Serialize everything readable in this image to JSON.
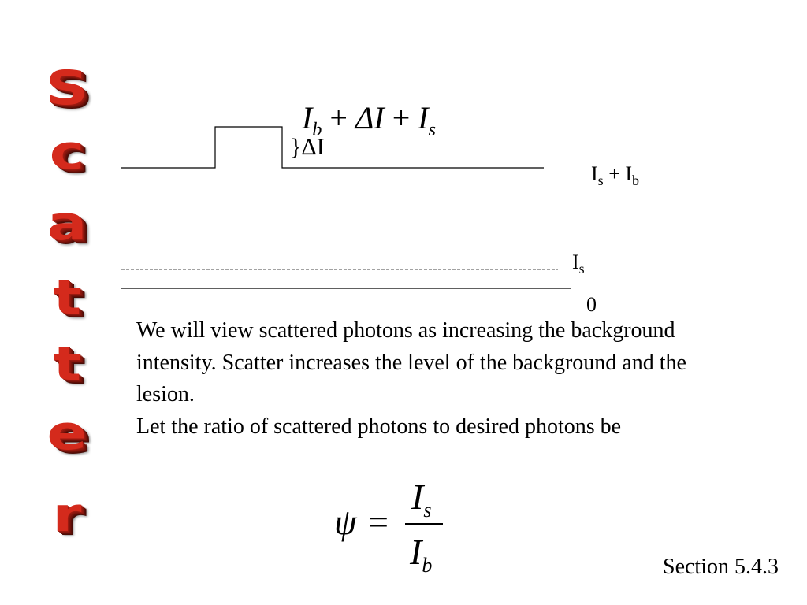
{
  "side_title": {
    "letters": [
      "S",
      "c",
      "a",
      "t",
      "t",
      "e",
      "r"
    ]
  },
  "diagram": {
    "top_formula": {
      "I": "I",
      "b": "b",
      "plus1": "+",
      "delta": "ΔI",
      "plus2": "+",
      "s_I": "I",
      "s": "s"
    },
    "delta_label": "}ΔI",
    "label_is_ib": {
      "I1": "I",
      "s": "s",
      "plus": " + I",
      "b": "b"
    },
    "label_is": {
      "I": "I",
      "s": "s"
    },
    "label_zero": "0"
  },
  "body": {
    "paragraph1": "We will view scattered photons as increasing the background intensity. Scatter increases the level of the background and the lesion.",
    "paragraph2": "Let the ratio of scattered photons to desired photons be"
  },
  "equation": {
    "lhs": "ψ =",
    "num_I": "I",
    "num_sub": "s",
    "den_I": "I",
    "den_sub": "b"
  },
  "footer": {
    "section": "Section 5.4.3"
  },
  "colors": {
    "wordart": "#d42a1c",
    "text": "#000000",
    "background": "#ffffff"
  }
}
